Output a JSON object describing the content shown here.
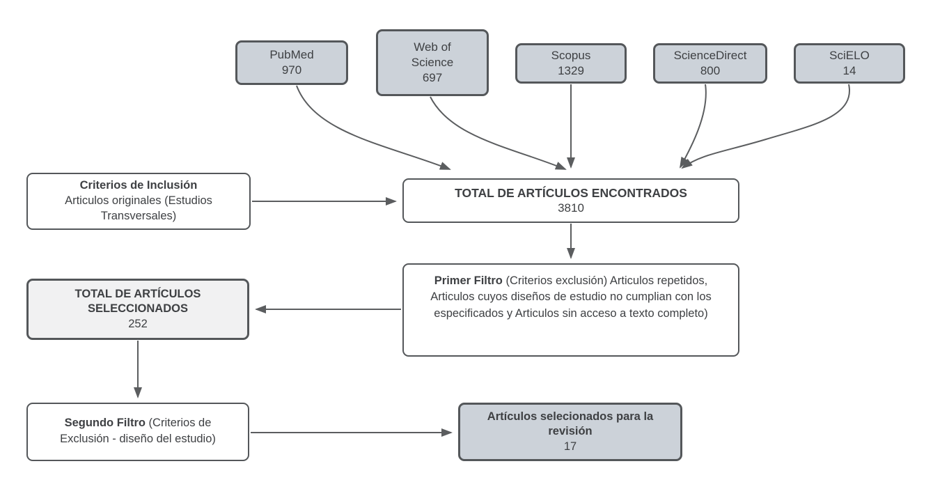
{
  "colors": {
    "box_fill_gray": "#ccd2d9",
    "box_fill_light": "#f1f1f2",
    "box_fill_white": "#ffffff",
    "box_border": "#54575a",
    "arrow": "#5b5d5f",
    "text": "#3e4043",
    "background": "#ffffff"
  },
  "sources": [
    {
      "name": "PubMed",
      "count": "970"
    },
    {
      "name": "Web of Science",
      "count": "697"
    },
    {
      "name": "Scopus",
      "count": "1329"
    },
    {
      "name": "ScienceDirect",
      "count": "800"
    },
    {
      "name": "SciELO",
      "count": "14"
    }
  ],
  "boxes": {
    "criterios_inclusion": {
      "title": "Criterios de Inclusión",
      "body": "Articulos originales (Estudios Transversales)"
    },
    "total_encontrados": {
      "title": "TOTAL DE ARTÍCULOS ENCONTRADOS",
      "count": "3810"
    },
    "primer_filtro": {
      "lead": "Primer Filtro",
      "rest": " (Criterios exclusión) Articulos repetidos, Articulos cuyos diseños de estudio no cumplian con los especificados y Articulos sin acceso a texto completo)"
    },
    "total_seleccionados": {
      "title": "TOTAL DE ARTÍCULOS SELECCIONADOS",
      "count": "252"
    },
    "segundo_filtro": {
      "lead": "Segundo Filtro",
      "rest": " (Criterios de Exclusión -  diseño del estudio)"
    },
    "articulos_revision": {
      "title": "Artículos selecionados para la revisión",
      "count": "17"
    }
  }
}
